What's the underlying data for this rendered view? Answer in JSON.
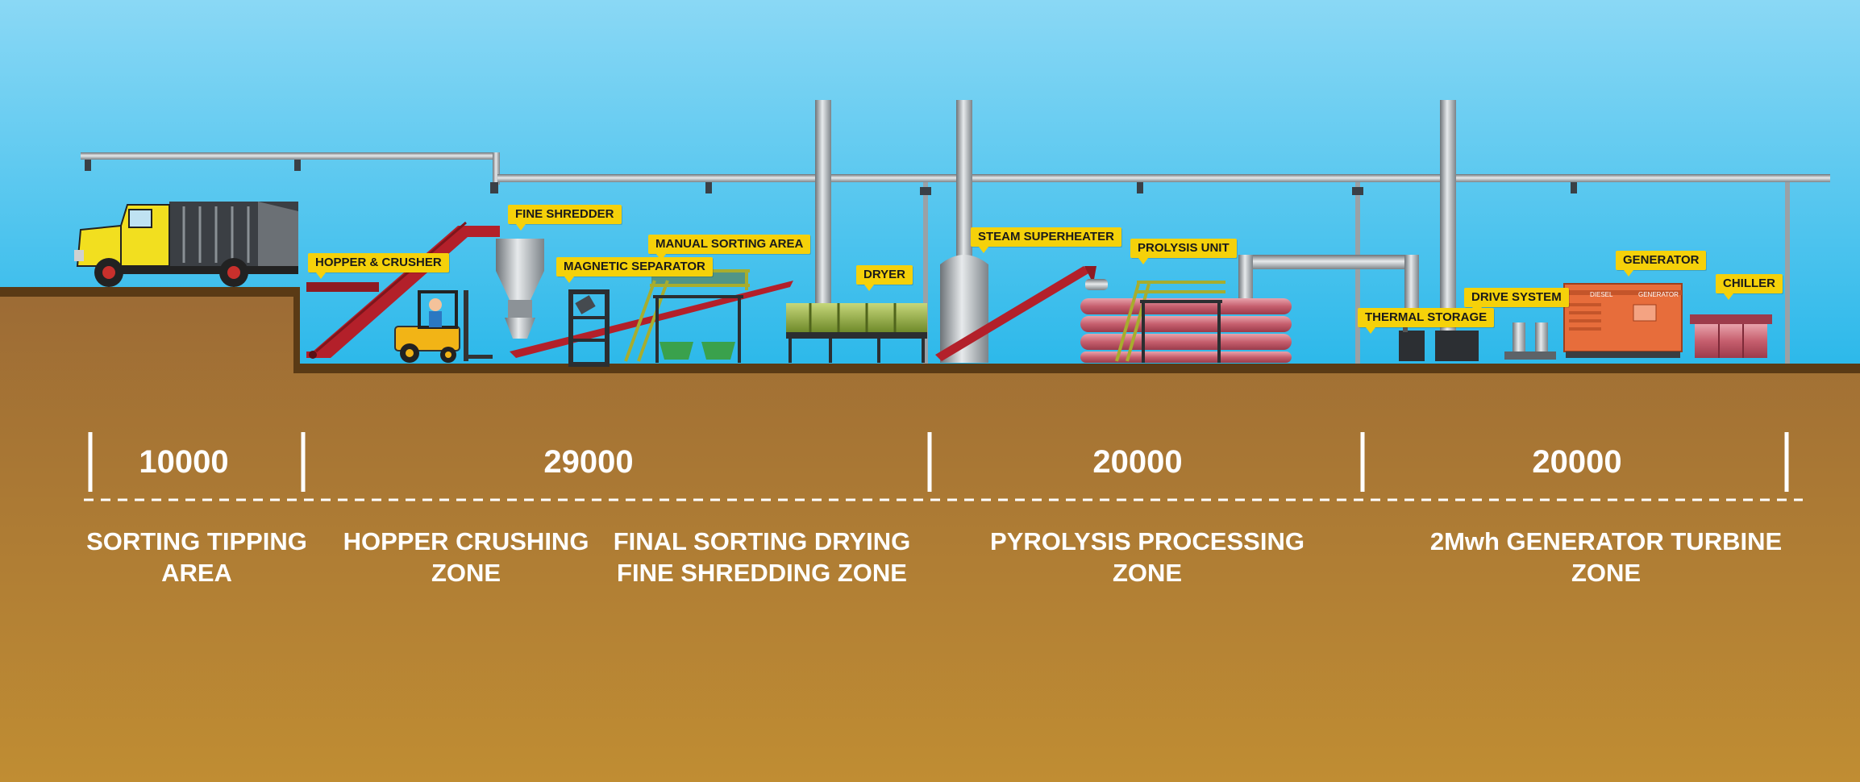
{
  "callouts": {
    "hopper_crusher": "HOPPER & CRUSHER",
    "fine_shredder": "FINE SHREDDER",
    "magnetic_separator": "MAGNETIC SEPARATOR",
    "manual_sorting_area": "MANUAL SORTING AREA",
    "dryer": "DRYER",
    "steam_superheater": "STEAM SUPERHEATER",
    "prolysis_unit": "PROLYSIS UNIT",
    "thermal_storage": "THERMAL STORAGE",
    "drive_system": "DRIVE SYSTEM",
    "generator": "GENERATOR",
    "chiller": "CHILLER"
  },
  "equipment_text": {
    "generator_left": "DIESEL",
    "generator_right": "GENERATOR"
  },
  "zones": [
    {
      "area": "10000",
      "line1": "SORTING TIPPING",
      "line2": "AREA"
    },
    {
      "area": "29000",
      "line1": "HOPPER CRUSHING",
      "line2": "ZONE"
    },
    {
      "line1": "FINAL SORTING DRYING",
      "line2": "FINE SHREDDING ZONE"
    },
    {
      "area": "20000",
      "line1": "PYROLYSIS PROCESSING",
      "line2": "ZONE"
    },
    {
      "area": "20000",
      "line1": "2Mwh GENERATOR TURBINE",
      "line2": "ZONE"
    }
  ],
  "colors": {
    "sky_top": "#8ad8f5",
    "sky_bottom": "#2bb8ea",
    "ground_top": "#9c6b35",
    "ground_bottom": "#c08d33",
    "callout": "#f5d10a",
    "conveyor": "#b3202a"
  }
}
